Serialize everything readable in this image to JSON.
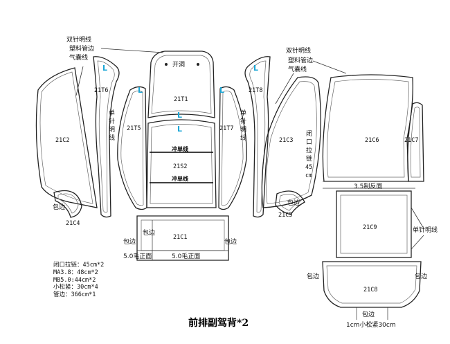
{
  "title": "前排副驾背*2",
  "annotations": {
    "double_stitch": "双针明线",
    "plastic_edge": "塑料管边",
    "airbag_line": "气囊线",
    "single_stitch": "单针明线",
    "punch_line": "冲单线",
    "opening": "开洞",
    "binding": "包边",
    "zipper_vertical": "闭口拉链45cm",
    "letter_l": "L",
    "reverse_face": "3.5制反面",
    "hair_face": "5.0毛正面",
    "elastic": "1cm小松紧30cm"
  },
  "pieces": {
    "t1": "21T1",
    "s2": "21S2",
    "c1": "21C1",
    "c2": "21C2",
    "c3": "21C3",
    "c4": "21C4",
    "c5": "21C5",
    "c6": "21C6",
    "c7": "21C7",
    "c8": "21C8",
    "c9": "21C9",
    "t5": "21T5",
    "t6": "21T6",
    "t7": "21T7",
    "t8": "21T8"
  },
  "notes": [
    "闭口拉链：45cm*2",
    "MA3.8：48cm*2",
    "MB5.0:44cm*2",
    "小松紧：30cm*4",
    "管边：366cm*1"
  ]
}
